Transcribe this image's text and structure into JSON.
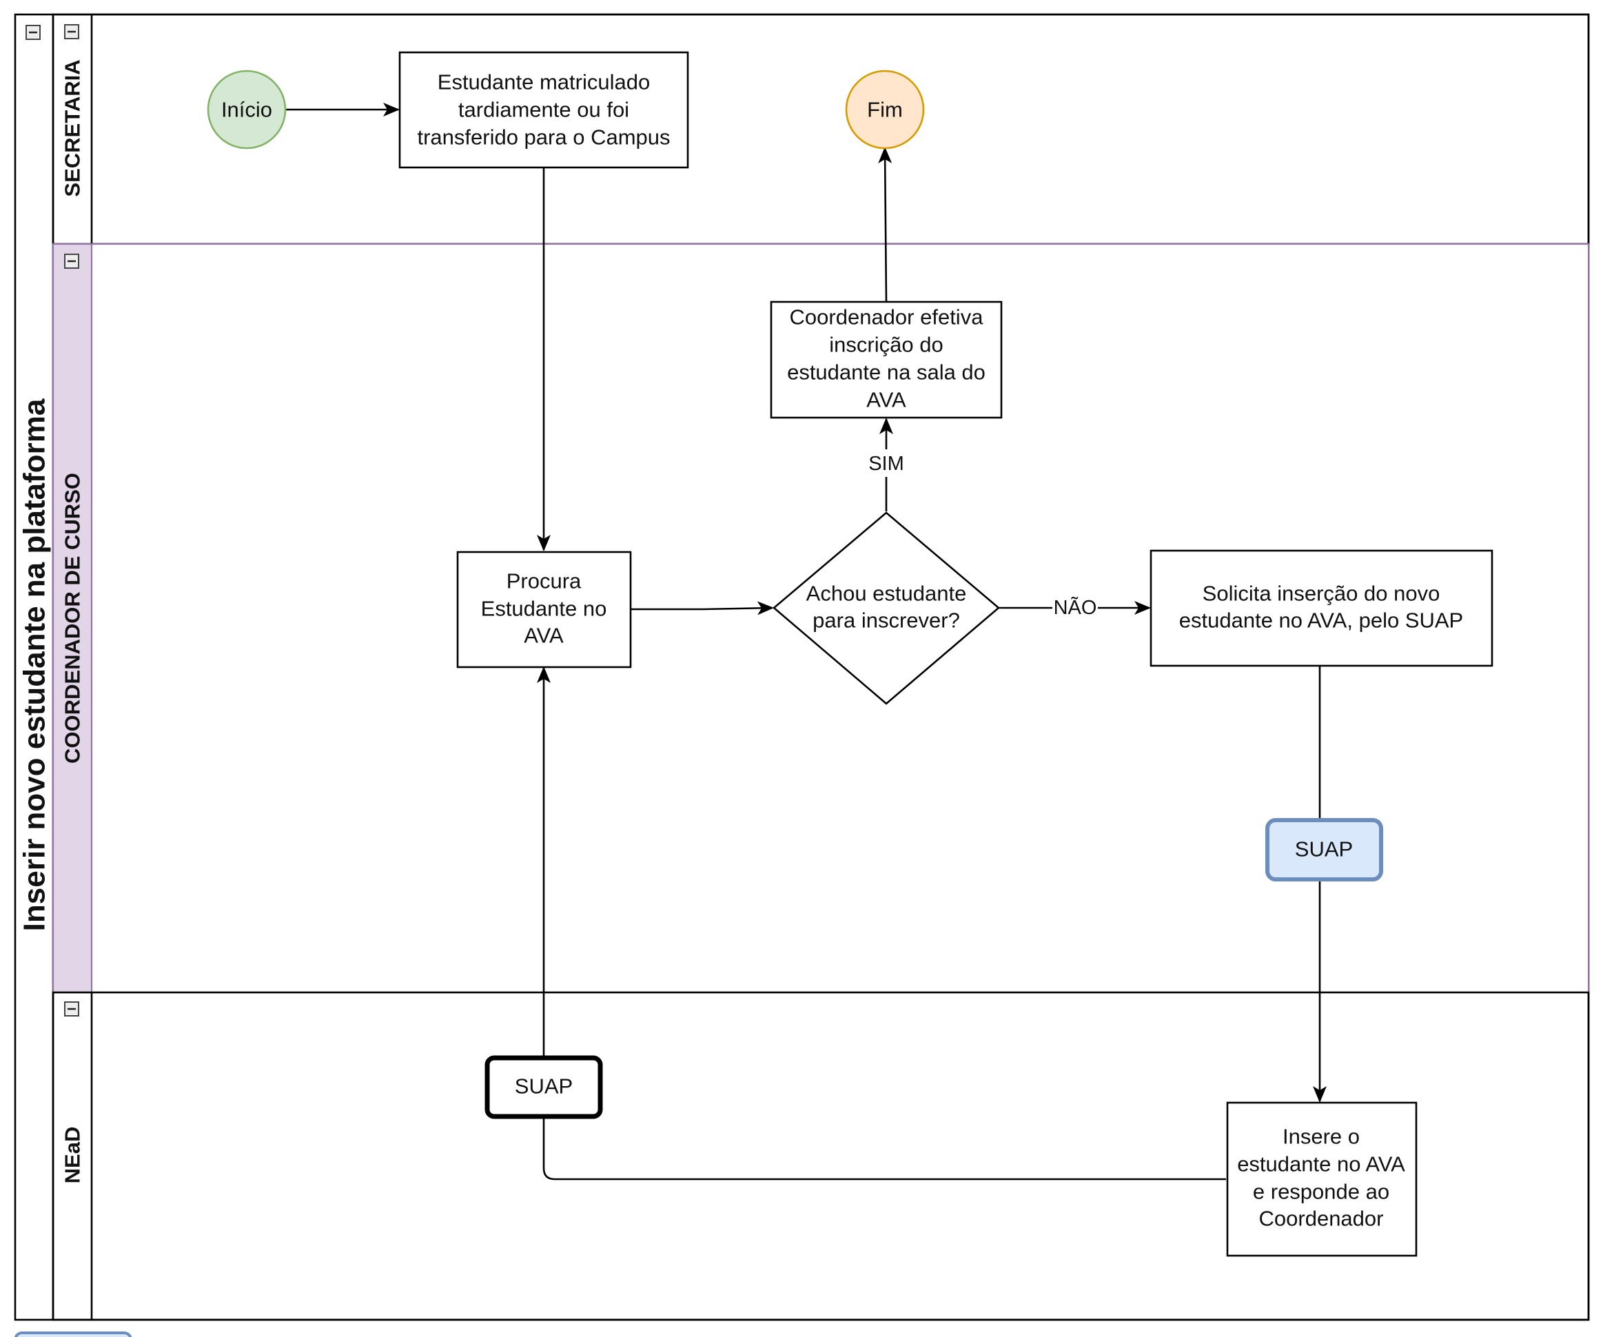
{
  "pool": {
    "title": "Inserir novo estudante na plataforma"
  },
  "lanes": {
    "secretaria": "SECRETARIA",
    "coordenador": "COORDENADOR DE CURSO",
    "nead": "NEaD"
  },
  "nodes": {
    "inicio": "Início",
    "fim": "Fim",
    "matriculado": [
      "Estudante matriculado",
      "tardiamente ou foi",
      "transferido para o Campus"
    ],
    "procura": [
      "Procura",
      "Estudante no",
      "AVA"
    ],
    "decisao": [
      "Achou estudante",
      "para inscrever?"
    ],
    "efetiva": [
      "Coordenador efetiva",
      "inscrição do",
      "estudante na sala do",
      "AVA"
    ],
    "solicita": [
      "Solicita inserção do novo",
      "estudante no AVA, pelo SUAP"
    ],
    "insere": [
      "Insere o",
      "estudante no AVA",
      "e responde ao",
      "Coordenador"
    ],
    "suap_coordenador": "SUAP",
    "suap_nead": "SUAP"
  },
  "edge_labels": {
    "sim": "SIM",
    "nao": "NÃO"
  },
  "colors": {
    "start_fill": "#d5e8d4",
    "start_stroke": "#82b366",
    "end_fill": "#ffe6cc",
    "end_stroke": "#d79b00",
    "lane_coordenador_fill": "#e1d5e7",
    "lane_coordenador_stroke": "#9673a6",
    "suap_blue_fill": "#dae8fc",
    "suap_blue_stroke": "#6c8ebf"
  },
  "icons": {
    "collapse": "collapse-icon"
  }
}
